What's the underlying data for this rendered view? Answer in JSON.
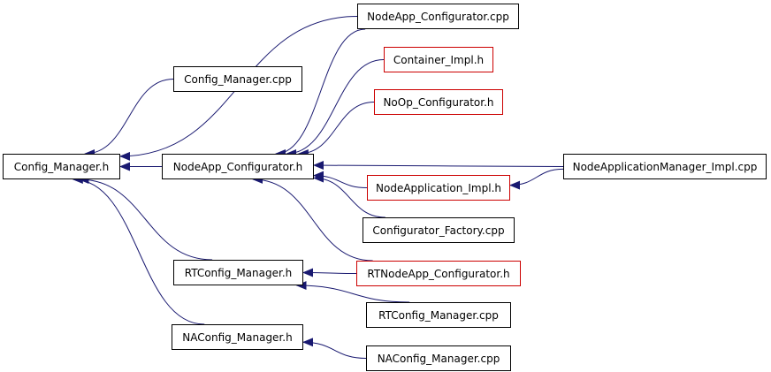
{
  "graph": {
    "colors": {
      "edge": "#191970",
      "node_border": "#000000",
      "missing_border": "#cc0000",
      "root_fill": "#bfbfbf"
    },
    "nodes": {
      "config_manager_h": {
        "label": "Config_Manager.h",
        "style": "root"
      },
      "config_manager_cpp": {
        "label": "Config_Manager.cpp",
        "style": "normal"
      },
      "nodeapp_configurator_h": {
        "label": "NodeApp_Configurator.h",
        "style": "normal"
      },
      "rtconfig_manager_h": {
        "label": "RTConfig_Manager.h",
        "style": "normal"
      },
      "naconfig_manager_h": {
        "label": "NAConfig_Manager.h",
        "style": "normal"
      },
      "nodeapp_configurator_cpp": {
        "label": "NodeApp_Configurator.cpp",
        "style": "normal"
      },
      "container_impl_h": {
        "label": "Container_Impl.h",
        "style": "missing"
      },
      "noop_configurator_h": {
        "label": "NoOp_Configurator.h",
        "style": "missing"
      },
      "nodeapplication_impl_h": {
        "label": "NodeApplication_Impl.h",
        "style": "missing"
      },
      "configurator_factory_cpp": {
        "label": "Configurator_Factory.cpp",
        "style": "normal"
      },
      "rtnodeapp_configurator_h": {
        "label": "RTNodeApp_Configurator.h",
        "style": "missing"
      },
      "rtconfig_manager_cpp": {
        "label": "RTConfig_Manager.cpp",
        "style": "normal"
      },
      "naconfig_manager_cpp": {
        "label": "NAConfig_Manager.cpp",
        "style": "normal"
      },
      "nodeapplicationmanager_impl_cpp": {
        "label": "NodeApplicationManager_Impl.cpp",
        "style": "normal"
      }
    },
    "edges": [
      {
        "from": "config_manager_cpp",
        "to": "config_manager_h"
      },
      {
        "from": "nodeapp_configurator_cpp",
        "to": "config_manager_h"
      },
      {
        "from": "nodeapp_configurator_h",
        "to": "config_manager_h"
      },
      {
        "from": "rtconfig_manager_h",
        "to": "config_manager_h"
      },
      {
        "from": "naconfig_manager_h",
        "to": "config_manager_h"
      },
      {
        "from": "nodeapp_configurator_cpp",
        "to": "nodeapp_configurator_h"
      },
      {
        "from": "container_impl_h",
        "to": "nodeapp_configurator_h"
      },
      {
        "from": "noop_configurator_h",
        "to": "nodeapp_configurator_h"
      },
      {
        "from": "nodeapplicationmanager_impl_cpp",
        "to": "nodeapp_configurator_h"
      },
      {
        "from": "nodeapplication_impl_h",
        "to": "nodeapp_configurator_h"
      },
      {
        "from": "configurator_factory_cpp",
        "to": "nodeapp_configurator_h"
      },
      {
        "from": "rtnodeapp_configurator_h",
        "to": "nodeapp_configurator_h"
      },
      {
        "from": "nodeapplicationmanager_impl_cpp",
        "to": "nodeapplication_impl_h"
      },
      {
        "from": "rtnodeapp_configurator_h",
        "to": "rtconfig_manager_h"
      },
      {
        "from": "rtconfig_manager_cpp",
        "to": "rtconfig_manager_h"
      },
      {
        "from": "naconfig_manager_cpp",
        "to": "naconfig_manager_h"
      }
    ]
  }
}
